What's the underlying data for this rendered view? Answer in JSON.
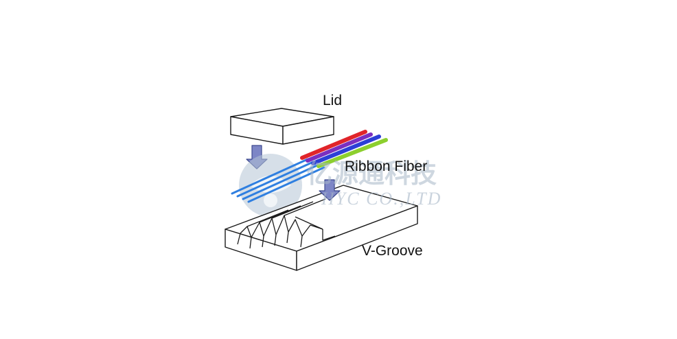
{
  "labels": {
    "lid": "Lid",
    "ribbon_fiber": "Ribbon Fiber",
    "v_groove": "V-Groove"
  },
  "watermark": {
    "chinese": "亿源通科技",
    "english": "HYC CO.,LTD"
  },
  "colors": {
    "outline": "#1a1a1a",
    "fiber_core": "#2f7fe0",
    "fiber_red": "#e0242a",
    "fiber_blue": "#2c3fd6",
    "fiber_purple": "#7a2fc0",
    "fiber_green": "#8ccf2e",
    "arrow_fill": "#7d86c6",
    "arrow_stroke": "#3e4a8f",
    "watermark": "#a7b7c8"
  }
}
